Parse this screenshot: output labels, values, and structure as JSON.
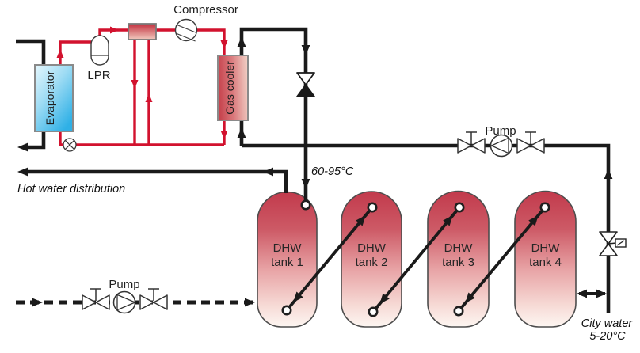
{
  "diagram": {
    "components": {
      "compressor": {
        "label": "Compressor"
      },
      "lpr": {
        "label": "LPR"
      },
      "evaporator": {
        "label": "Evaporator"
      },
      "gas_cooler": {
        "label": "Gas cooler"
      },
      "pump_charge": {
        "label": "Pump"
      },
      "pump_recirc": {
        "label": "Pump"
      },
      "tanks": [
        {
          "line1": "DHW",
          "line2": "tank 1"
        },
        {
          "line1": "DHW",
          "line2": "tank 2"
        },
        {
          "line1": "DHW",
          "line2": "tank 3"
        },
        {
          "line1": "DHW",
          "line2": "tank 4"
        }
      ]
    },
    "annotations": {
      "supply_temp": "60-95°C",
      "hot_water_distribution": "Hot water distribution",
      "city_water": "City water",
      "city_water_temp": "5-20°C"
    },
    "colors": {
      "refrigerant_line": "#d2122e",
      "water_line": "#1a1a1a",
      "tank_top": "#c23a4c",
      "tank_bottom": "#fdf6f2",
      "evaporator_blue": "#2fb0e6",
      "gas_cooler_red": "#c7454f"
    }
  }
}
